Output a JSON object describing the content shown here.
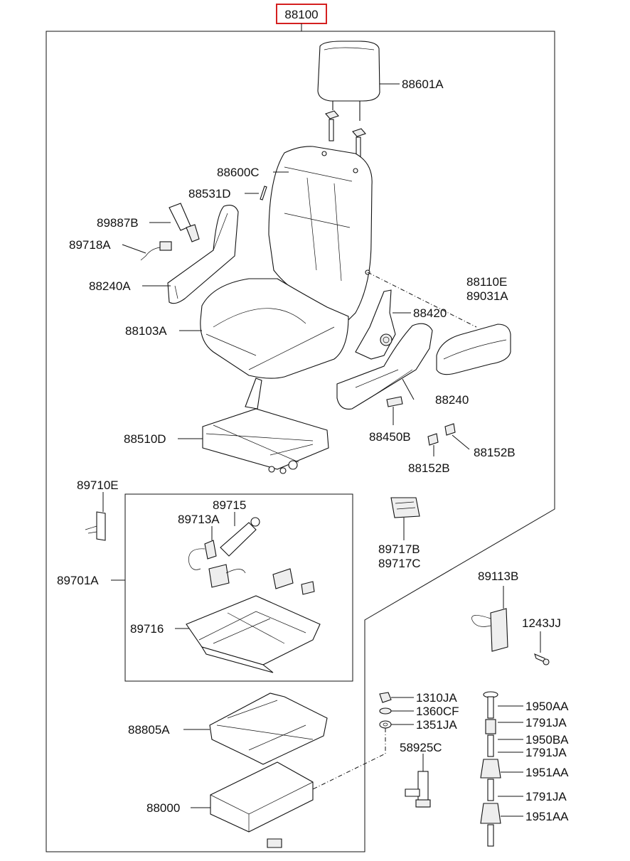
{
  "title_part": "88100",
  "accent_color": "#d42020",
  "labels": {
    "l88601A": "88601A",
    "l88600C": "88600C",
    "l88531D": "88531D",
    "l89887B": "89887B",
    "l89718A": "89718A",
    "l88240A": "88240A",
    "l88103A": "88103A",
    "l88110E": "88110E",
    "l89031A": "89031A",
    "l88420": "88420",
    "l88240": "88240",
    "l88510D": "88510D",
    "l88450B": "88450B",
    "l88152B_right": "88152B",
    "l88152B_below": "88152B",
    "l89710E": "89710E",
    "l89715": "89715",
    "l89713A": "89713A",
    "l89701A": "89701A",
    "l89716": "89716",
    "l89717B": "89717B",
    "l89717C": "89717C",
    "l89113B": "89113B",
    "l1243JJ": "1243JJ",
    "l1310JA": "1310JA",
    "l1360CF": "1360CF",
    "l1351JA": "1351JA",
    "l58925C": "58925C",
    "l1950AA": "1950AA",
    "l1791JA_1": "1791JA",
    "l1950BA": "1950BA",
    "l1791JA_2": "1791JA",
    "l1951AA_1": "1951AA",
    "l1791JA_3": "1791JA",
    "l1951AA_2": "1951AA",
    "l88805A": "88805A",
    "l88000": "88000"
  }
}
